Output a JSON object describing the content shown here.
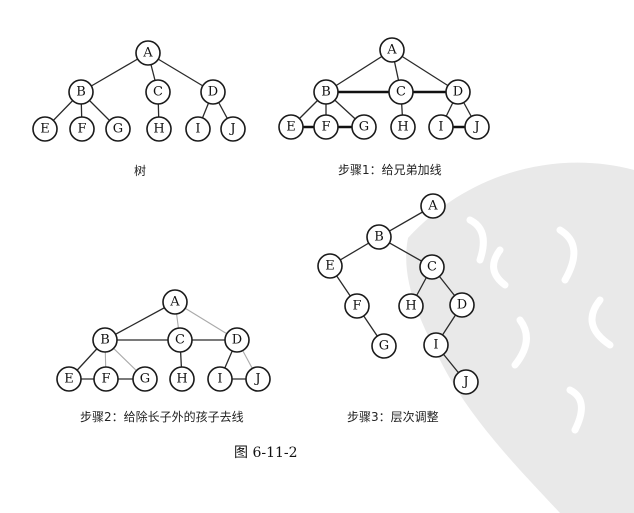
{
  "captions": {
    "tree": "树",
    "step1": "步骤1：给兄弟加线",
    "step2": "步骤2：给除长子外的孩子去线",
    "step3": "步骤3：层次调整"
  },
  "figure_label": "图 6-11-2",
  "node_labels": [
    "A",
    "B",
    "C",
    "D",
    "E",
    "F",
    "G",
    "H",
    "I",
    "J"
  ],
  "stamp_color": "#e6e6e6"
}
